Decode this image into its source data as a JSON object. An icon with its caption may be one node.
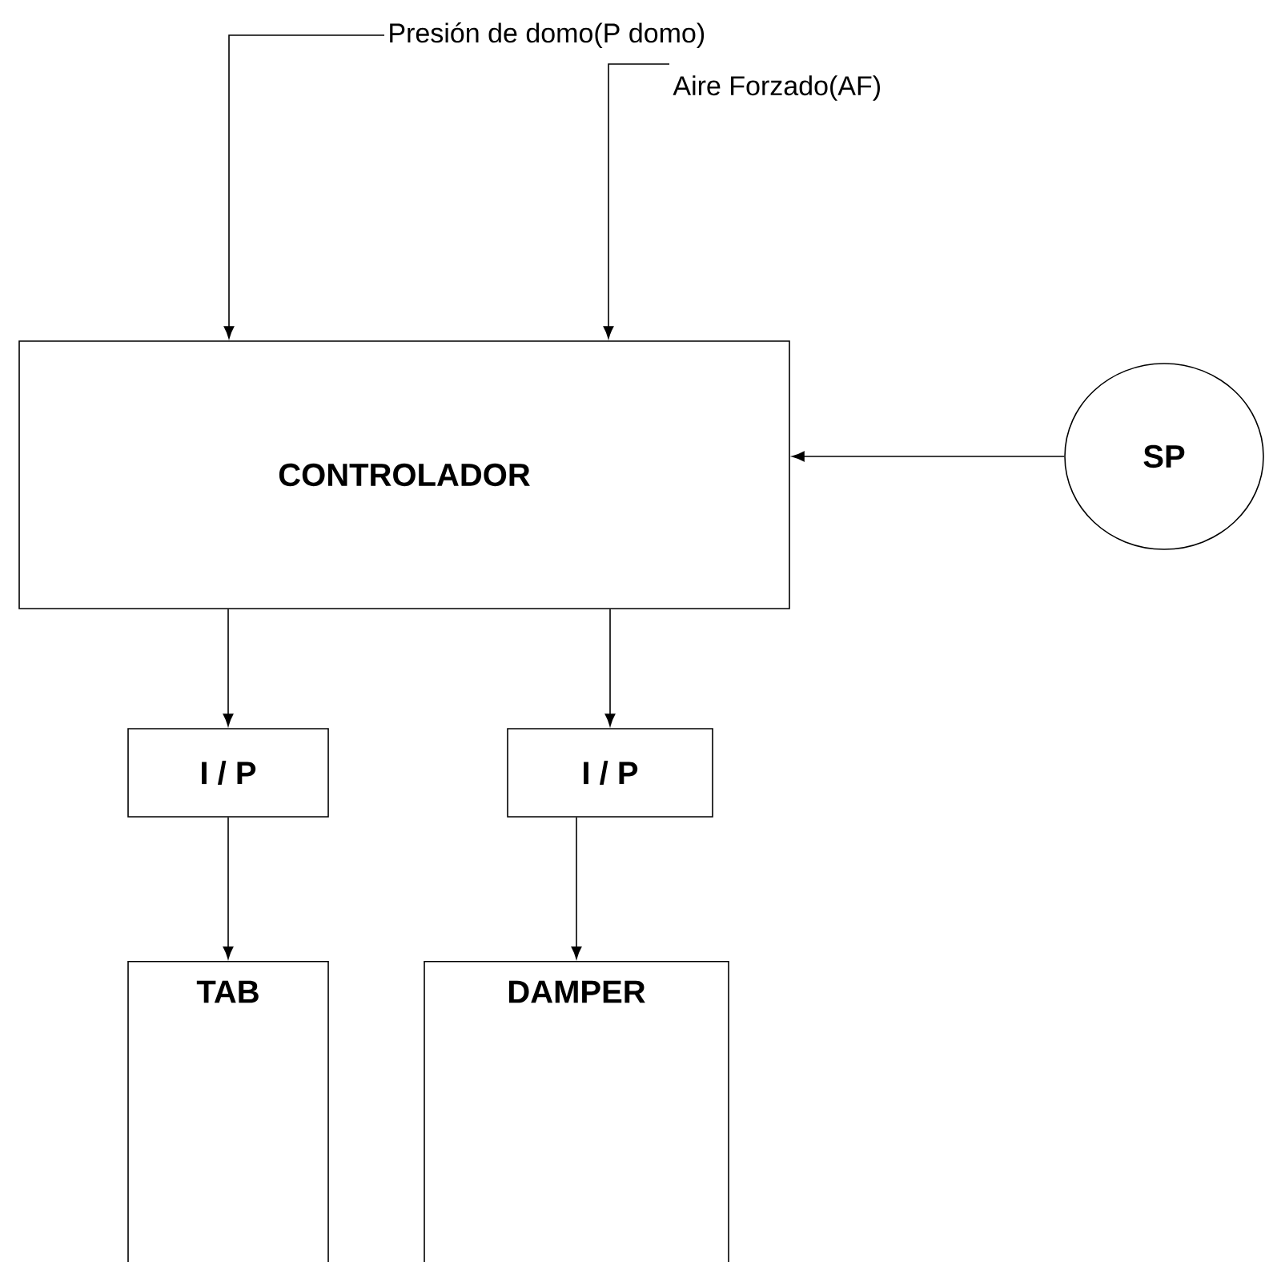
{
  "diagram": {
    "nodes": [
      {
        "text": [
          "Presión de domo(P domo)"
        ]
      },
      {
        "text": [
          "Aire Forzado(AF)"
        ]
      },
      {
        "text": [
          "CONTROLADOR"
        ]
      },
      {
        "text": [
          "SP"
        ]
      },
      {
        "text": [
          "I / P"
        ]
      },
      {
        "text": [
          "I / P"
        ]
      },
      {
        "text": [
          "TAB"
        ]
      },
      {
        "text": [
          "DAMPER"
        ]
      }
    ],
    "edges": [
      {
        "from": 0,
        "to": 2,
        "arrow": "to"
      },
      {
        "from": 1,
        "to": 2,
        "arrow": "to"
      },
      {
        "from": 3,
        "to": 2,
        "arrow": "to"
      },
      {
        "from": 2,
        "to": 4,
        "arrow": "to"
      },
      {
        "from": 2,
        "to": 5,
        "arrow": "to"
      },
      {
        "from": 4,
        "to": 6,
        "arrow": "to"
      },
      {
        "from": 5,
        "to": 7,
        "arrow": "to"
      }
    ]
  }
}
